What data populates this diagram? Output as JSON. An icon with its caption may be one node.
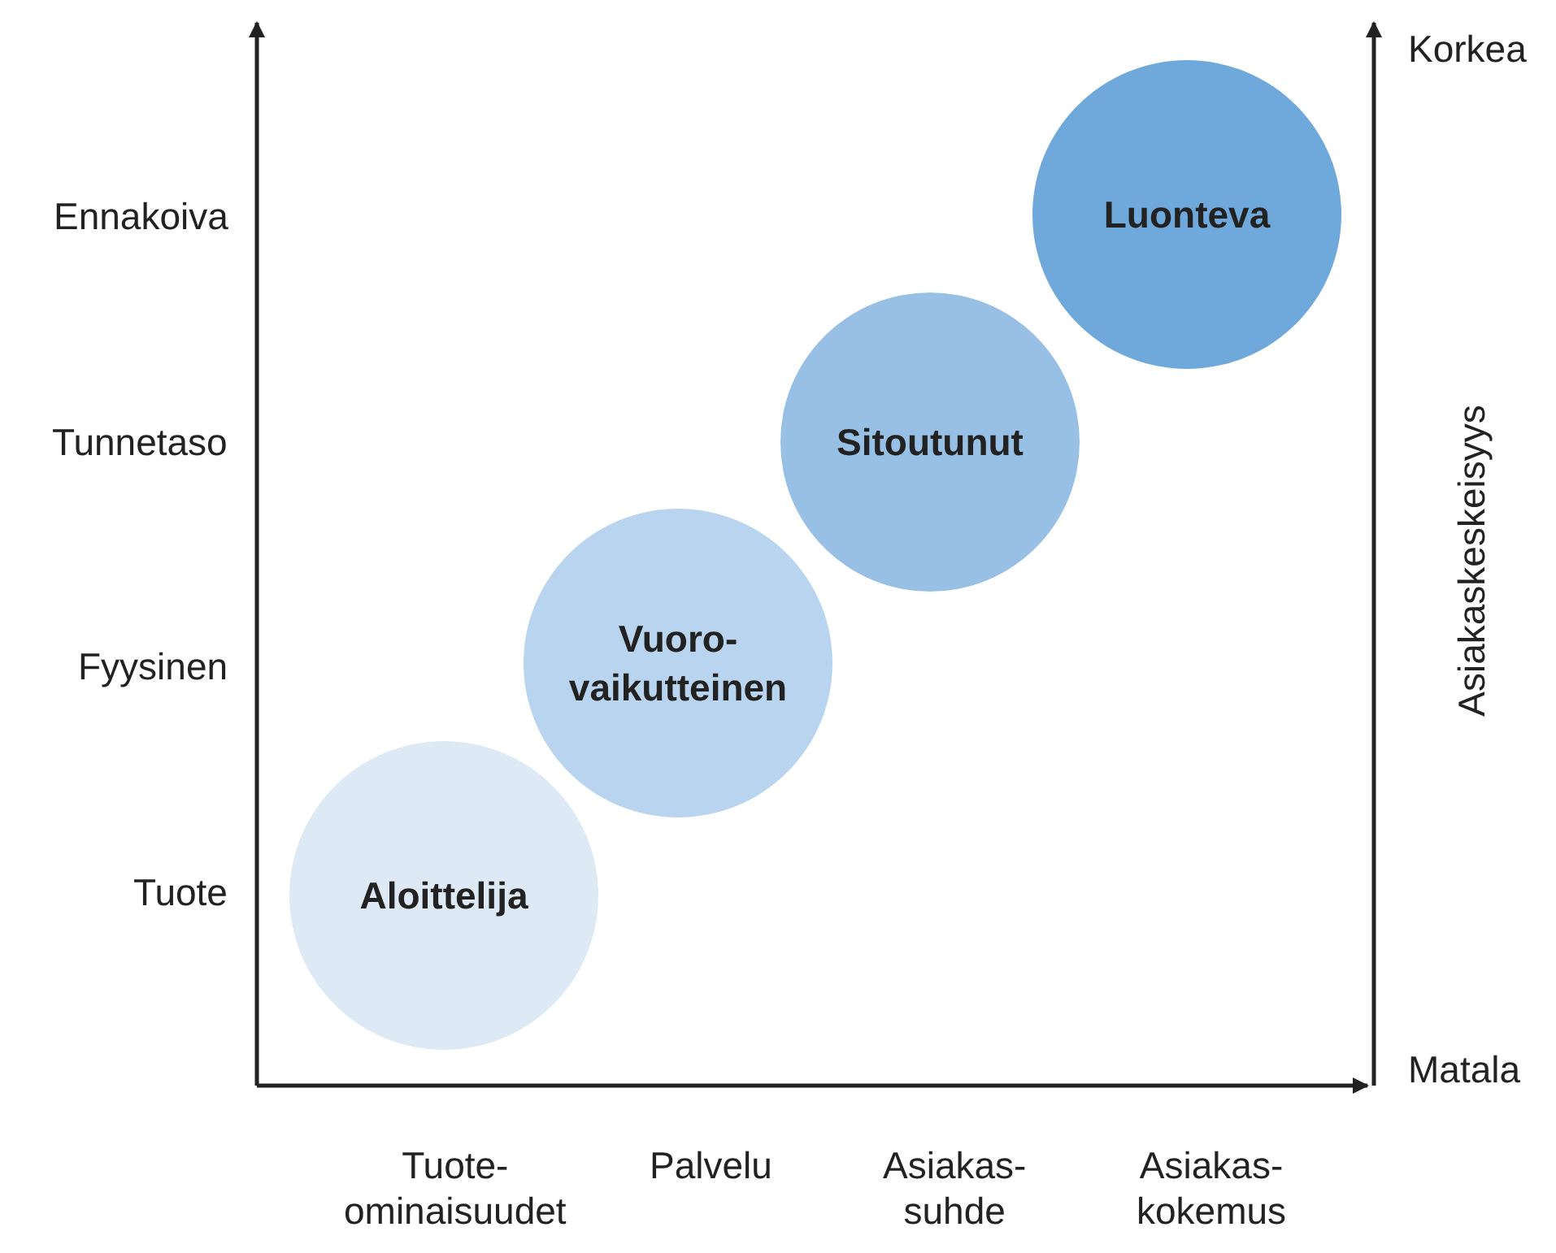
{
  "diagram": {
    "nodes": [
      {
        "text": [
          "Aloittelija"
        ]
      },
      {
        "text": [
          "Vuoro- vaikutteinen"
        ]
      },
      {
        "text": [
          "Sitoutunut"
        ]
      },
      {
        "text": [
          "Luonteva"
        ]
      }
    ],
    "labels": [
      "Korkea",
      "Ennakoiva",
      "Asiakaskeskeisyys",
      "Tunnetaso",
      "Fyysinen",
      "Tuote",
      "Matala",
      "Tuote- ominaisuudet",
      "Palvelu",
      "Asiakas- suhde",
      "Asiakas- kokemus"
    ]
  }
}
